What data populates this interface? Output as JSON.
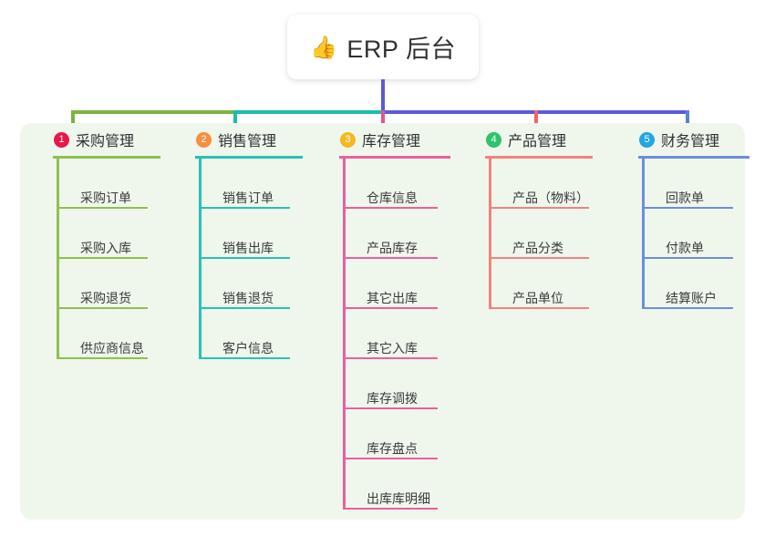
{
  "root": {
    "icon": "thumbs-up-icon",
    "icon_glyph": "👍",
    "title": "ERP 后台"
  },
  "connectors": {
    "stem_color": "#5b5bd6",
    "bar_segment_colors": [
      "#7cb342",
      "#18bfae",
      "#5b5bd6"
    ],
    "drop_colors": [
      "#7cb342",
      "#18bfae",
      "#ed4e96",
      "#f4616a",
      "#5b7fd6"
    ]
  },
  "panel": {
    "background": "#eff7ec"
  },
  "columns": [
    {
      "number": "1",
      "title": "采购管理",
      "badge_color": "#e8174a",
      "line_color": "#8cc152",
      "items": [
        {
          "label": "采购订单"
        },
        {
          "label": "采购入库"
        },
        {
          "label": "采购退货"
        },
        {
          "label": "供应商信息"
        }
      ]
    },
    {
      "number": "2",
      "title": "销售管理",
      "badge_color": "#f5903f",
      "line_color": "#27c2b6",
      "items": [
        {
          "label": "销售订单"
        },
        {
          "label": "销售出库"
        },
        {
          "label": "销售退货"
        },
        {
          "label": "客户信息"
        }
      ]
    },
    {
      "number": "3",
      "title": "库存管理",
      "badge_color": "#f5b822",
      "line_color": "#ec5f9e",
      "items": [
        {
          "label": "仓库信息"
        },
        {
          "label": "产品库存"
        },
        {
          "label": "其它出库"
        },
        {
          "label": "其它入库"
        },
        {
          "label": "库存调拨"
        },
        {
          "label": "库存盘点"
        },
        {
          "label": "出库库明细"
        }
      ]
    },
    {
      "number": "4",
      "title": "产品管理",
      "badge_color": "#2ec36a",
      "line_color": "#f4817e",
      "items": [
        {
          "label": "产品（物料）"
        },
        {
          "label": "产品分类"
        },
        {
          "label": "产品单位"
        }
      ]
    },
    {
      "number": "5",
      "title": "财务管理",
      "badge_color": "#22a7e0",
      "line_color": "#6b8ede",
      "items": [
        {
          "label": "回款单"
        },
        {
          "label": "付款单"
        },
        {
          "label": "结算账户"
        }
      ]
    }
  ]
}
